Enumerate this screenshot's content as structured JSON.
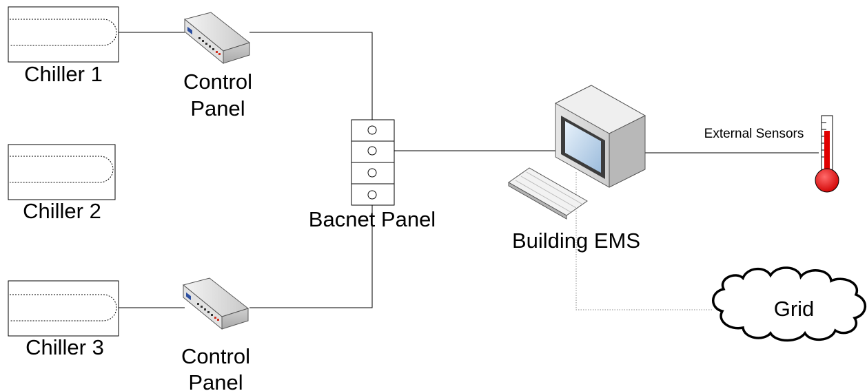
{
  "chillers": [
    {
      "label": "Chiller 1"
    },
    {
      "label": "Chiller 2"
    },
    {
      "label": "Chiller 3"
    }
  ],
  "control_panels": [
    {
      "line1": "Control",
      "line2": "Panel"
    },
    {
      "line1": "Control",
      "line2": "Panel"
    }
  ],
  "bacnet_panel": {
    "label": "Bacnet Panel",
    "port_count": 4
  },
  "building_ems": {
    "label": "Building EMS"
  },
  "external_sensors": {
    "label": "External Sensors"
  },
  "grid": {
    "label": "Grid"
  },
  "colors": {
    "line": "#000000",
    "thermometer_red": "#e00000",
    "screen_blue": "#bcd6ee",
    "device_gray": "#d4d4d4"
  }
}
